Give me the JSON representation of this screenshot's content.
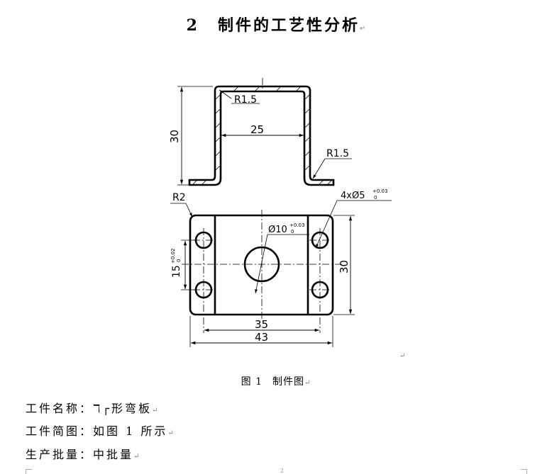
{
  "heading": {
    "number": "2",
    "text": "制件的工艺性分析",
    "mark": "↵"
  },
  "figure": {
    "labels": {
      "radius_top": "R1.5",
      "width_inner": "25",
      "radius_right": "R1.5",
      "height_side": "30",
      "corner_radius": "R2",
      "holes": "4xØ5",
      "holes_tol_upper": "+0.03",
      "holes_tol_lower": "0",
      "center_hole": "Ø10",
      "center_tol_upper": "+0.03",
      "center_tol_lower": "0",
      "left_dim": "15",
      "left_tol_upper": "+0.02",
      "left_tol_lower": "0",
      "right_dim": "30",
      "dim_35": "35",
      "dim_43": "43"
    },
    "empty_para_mark": "↵",
    "caption": {
      "prefix": "图 1",
      "text": "制件图",
      "mark": "↵"
    }
  },
  "info": {
    "name_label": "工件名称：",
    "name_value": "ℸ┌形弯板",
    "sketch_label": "工件简图：",
    "sketch_value": "如图 1 所示",
    "batch_label": "生产批量：",
    "batch_value": "中批量",
    "mark": "↵"
  },
  "footer": {
    "page_number": "2"
  }
}
